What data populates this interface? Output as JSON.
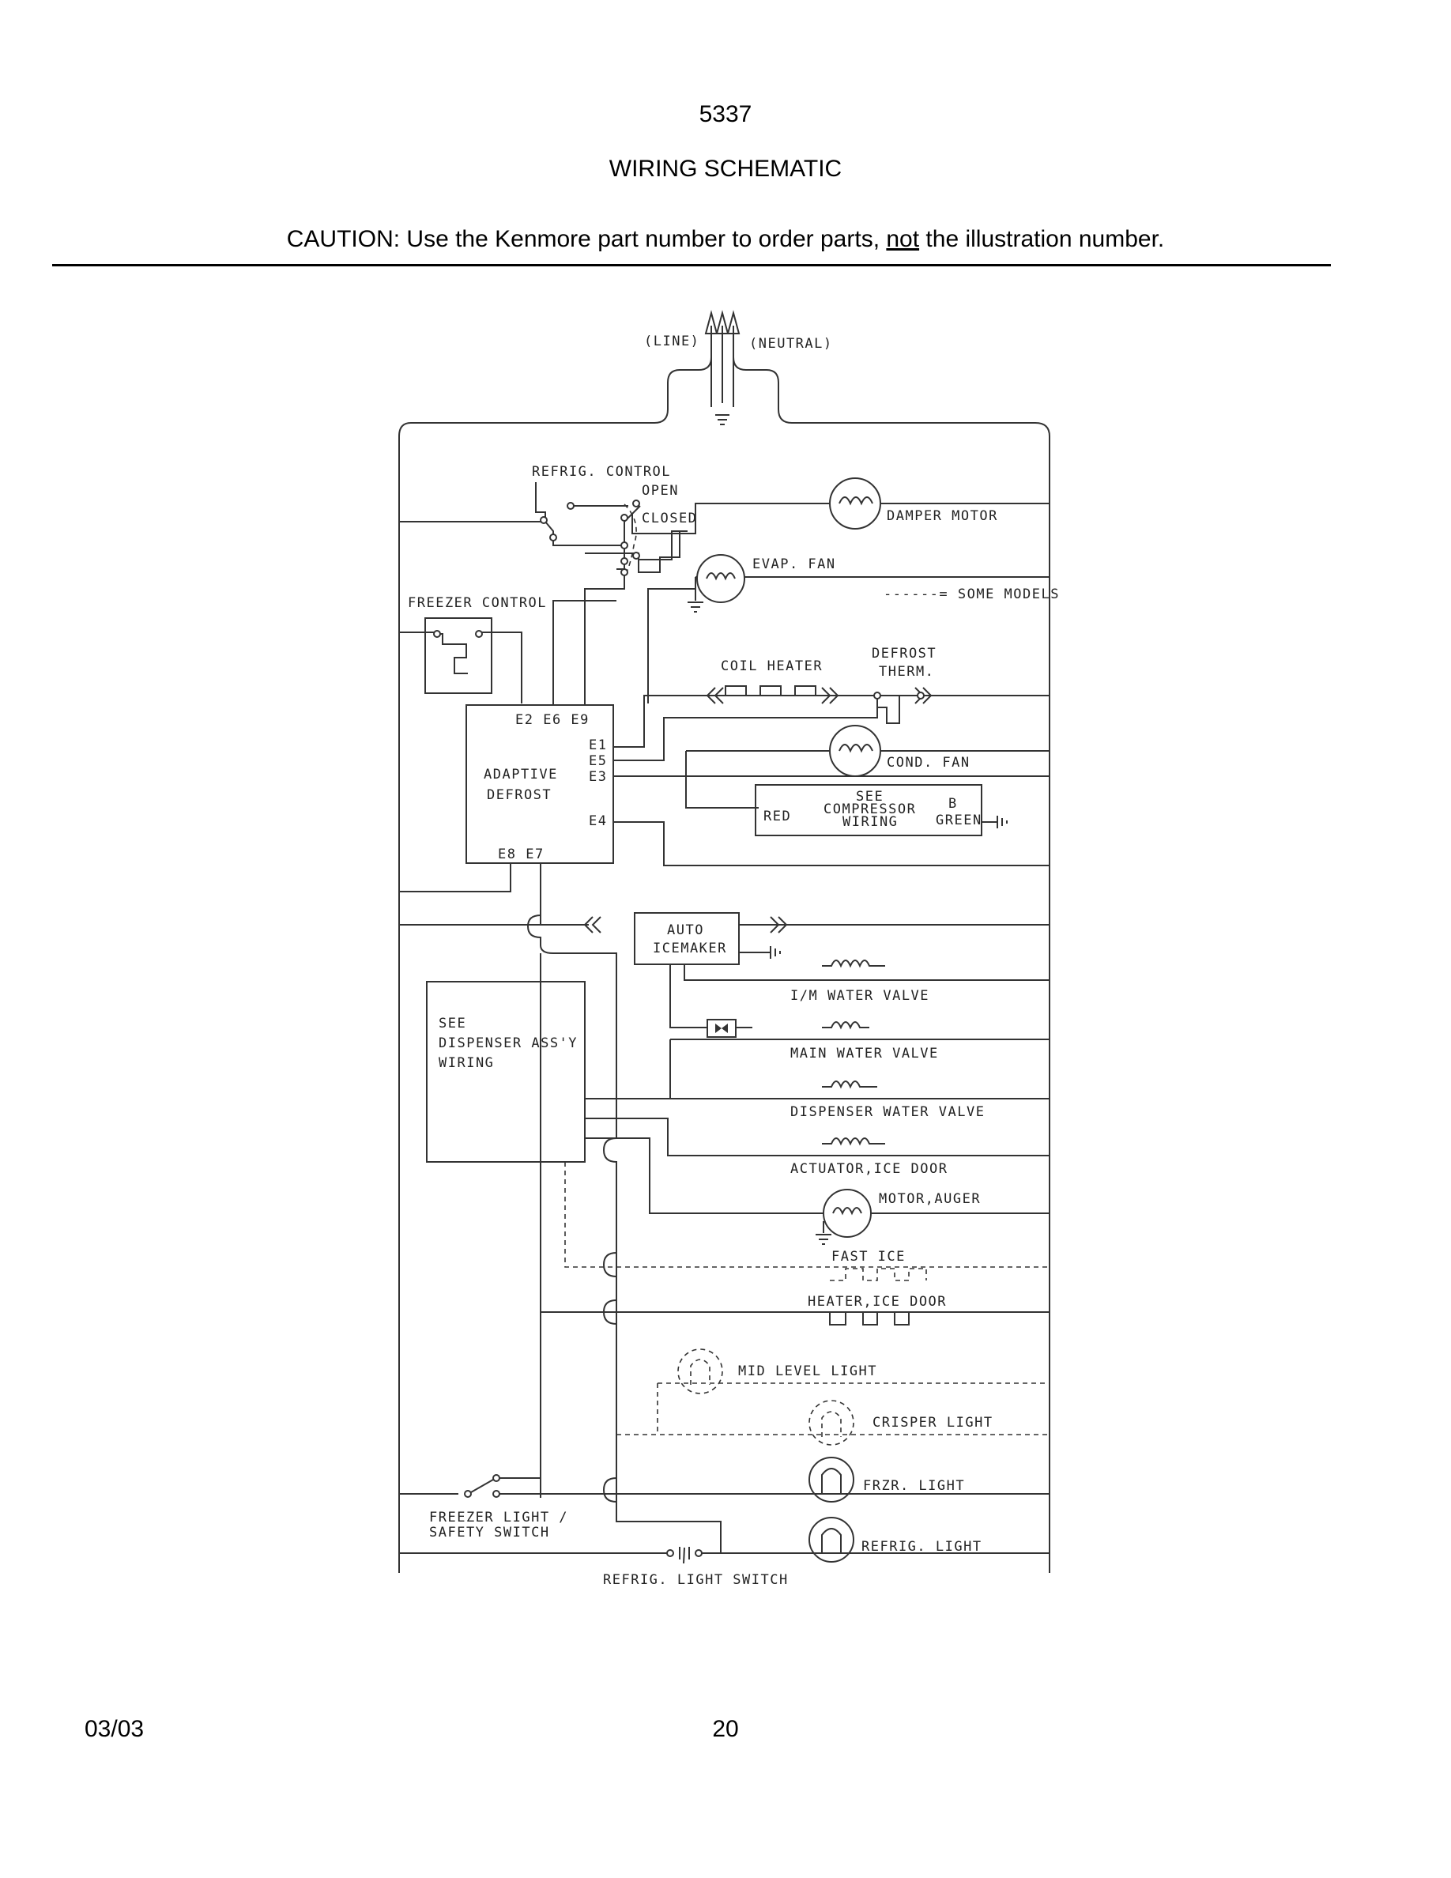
{
  "header": {
    "page_id": "5337",
    "title": "WIRING SCHEMATIC",
    "caution_before": "CAUTION: Use the Kenmore part number to order parts, ",
    "caution_underlined": "not",
    "caution_after": " the illustration number."
  },
  "footer": {
    "date": "03/03",
    "page_number": "20"
  },
  "diagram_labels": {
    "line": "(LINE)",
    "neutral": "(NEUTRAL)",
    "refrig_control": "REFRIG. CONTROL",
    "open": "OPEN",
    "closed": "CLOSED",
    "damper_motor": "DAMPER MOTOR",
    "evap_fan": "EVAP. FAN",
    "some_models": "------= SOME MODELS",
    "freezer_control": "FREEZER CONTROL",
    "coil_heater": "COIL HEATER",
    "defrost_therm_1": "DEFROST",
    "defrost_therm_2": "THERM.",
    "terminals_top": "E2  E6  E9",
    "e1": "E1",
    "e5": "E5",
    "e3": "E3",
    "e4": "E4",
    "terminals_bottom": "E8  E7",
    "adaptive": "ADAPTIVE",
    "defrost": "DEFROST",
    "cond_fan": "COND. FAN",
    "see": "SEE",
    "compressor": "COMPRESSOR",
    "wiring": "WIRING",
    "red": "RED",
    "b": "B",
    "green": "GREEN",
    "auto": "AUTO",
    "icemaker": "ICEMAKER",
    "im_water_valve": "I/M WATER VALVE",
    "main_water_valve": "MAIN WATER VALVE",
    "dispenser_water_valve": "DISPENSER WATER VALVE",
    "actuator_ice_door": "ACTUATOR,ICE DOOR",
    "motor_auger": "MOTOR,AUGER",
    "fast_ice": "FAST ICE",
    "heater_ice_door": "HEATER,ICE DOOR",
    "mid_level_light": "MID LEVEL LIGHT",
    "crisper_light": "CRISPER LIGHT",
    "frzr_light": "FRZR. LIGHT",
    "refrig_light": "REFRIG. LIGHT",
    "disp_see": "SEE",
    "disp_assy": "DISPENSER ASS'Y",
    "disp_wiring": "WIRING",
    "freezer_light_switch_1": "FREEZER LIGHT /",
    "freezer_light_switch_2": "SAFETY SWITCH",
    "refrig_light_switch": "REFRIG. LIGHT SWITCH"
  }
}
